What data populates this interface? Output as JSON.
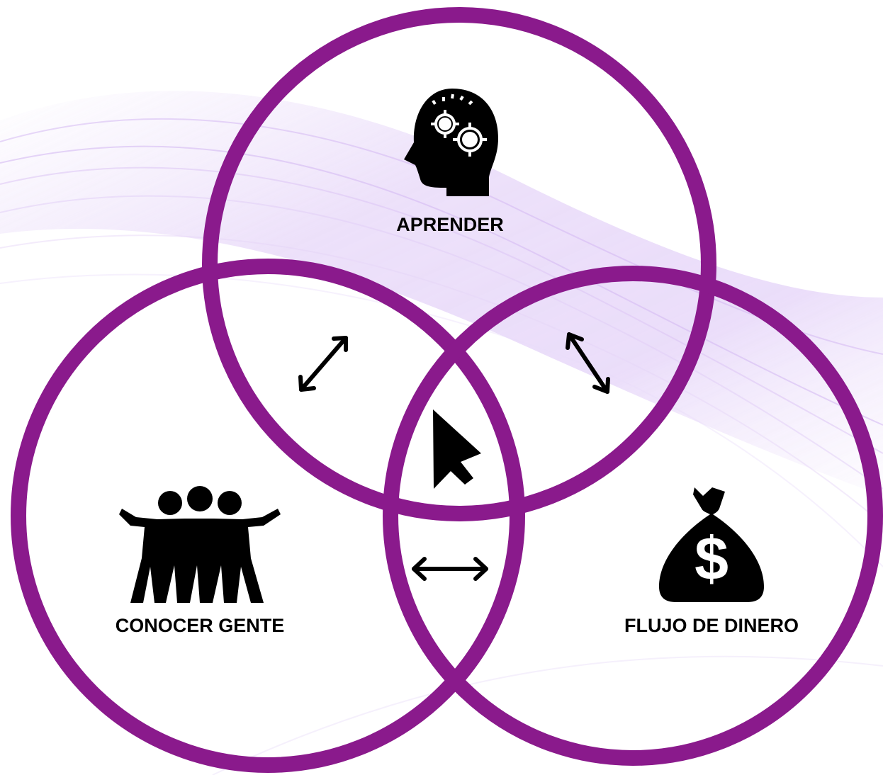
{
  "circles": {
    "top": {
      "label": "APRENDER",
      "icon": "head-gears-icon"
    },
    "left": {
      "label": "CONOCER GENTE",
      "icon": "group-people-icon"
    },
    "right": {
      "label": "FLUJO DE DINERO",
      "icon": "money-bag-icon"
    }
  },
  "center_icon": "cursor-icon",
  "intersection_icons": [
    "double-arrow-icon",
    "double-arrow-icon",
    "double-arrow-icon"
  ],
  "colors": {
    "ring": "#8a1a8c",
    "background_wave": "#c9a6ee",
    "icon": "#000000",
    "text": "#000000"
  }
}
